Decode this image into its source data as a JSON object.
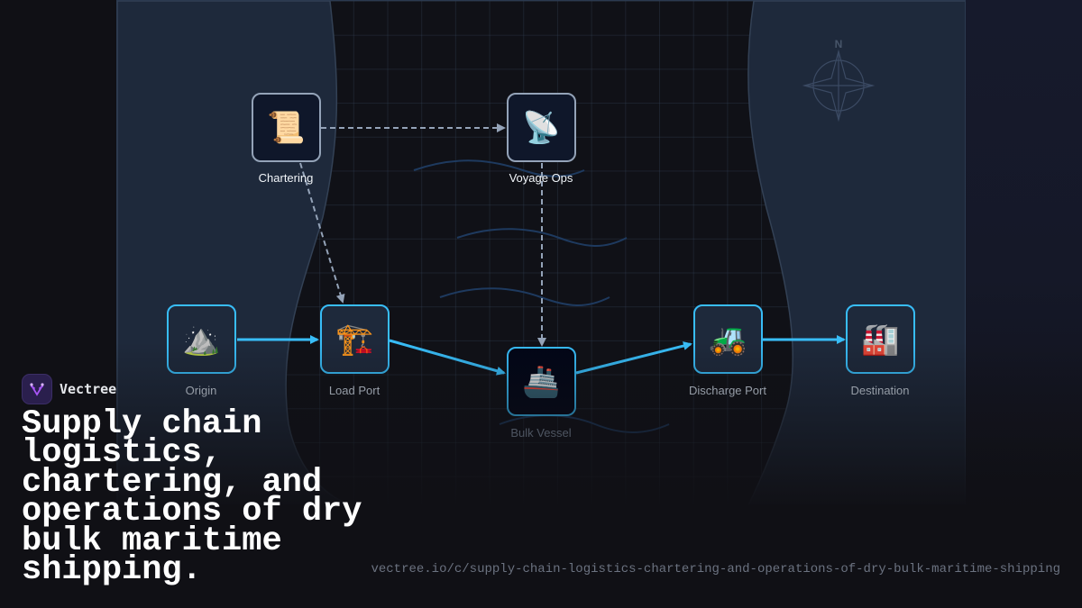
{
  "brand": {
    "name": "Vectree",
    "logo_icon": "vectree-logo-icon",
    "accent": "#a855f7"
  },
  "title": "Supply chain logistics, chartering, and operations of dry bulk maritime shipping.",
  "url": "vectree.io/c/supply-chain-logistics-chartering-and-operations-of-dry-bulk-maritime-shipping",
  "diagram": {
    "compass_label": "N",
    "nodes": [
      {
        "id": "chartering",
        "label": "Chartering",
        "icon": "scroll-icon",
        "glyph": "📜",
        "kind": "support"
      },
      {
        "id": "voyage_ops",
        "label": "Voyage Ops",
        "icon": "satellite-antenna-icon",
        "glyph": "📡",
        "kind": "support"
      },
      {
        "id": "origin",
        "label": "Origin",
        "icon": "mountain-icon",
        "glyph": "⛰️",
        "kind": "primary"
      },
      {
        "id": "load_port",
        "label": "Load Port",
        "icon": "crane-icon",
        "glyph": "🏗️",
        "kind": "primary"
      },
      {
        "id": "bulk_vessel",
        "label": "Bulk Vessel",
        "icon": "ship-icon",
        "glyph": "🚢",
        "kind": "vessel"
      },
      {
        "id": "discharge_port",
        "label": "Discharge Port",
        "icon": "tractor-icon",
        "glyph": "🚜",
        "kind": "primary"
      },
      {
        "id": "destination",
        "label": "Destination",
        "icon": "factory-icon",
        "glyph": "🏭",
        "kind": "primary"
      }
    ],
    "edges": [
      {
        "from": "origin",
        "to": "load_port",
        "style": "solid"
      },
      {
        "from": "load_port",
        "to": "bulk_vessel",
        "style": "solid"
      },
      {
        "from": "bulk_vessel",
        "to": "discharge_port",
        "style": "solid"
      },
      {
        "from": "discharge_port",
        "to": "destination",
        "style": "solid"
      },
      {
        "from": "chartering",
        "to": "voyage_ops",
        "style": "dashed"
      },
      {
        "from": "chartering",
        "to": "load_port",
        "style": "dashed"
      },
      {
        "from": "voyage_ops",
        "to": "bulk_vessel",
        "style": "dashed"
      }
    ],
    "colors": {
      "flow": "#38bdf8",
      "control": "#94a3b8",
      "land": "#1e293b",
      "sea": "#101117"
    }
  }
}
